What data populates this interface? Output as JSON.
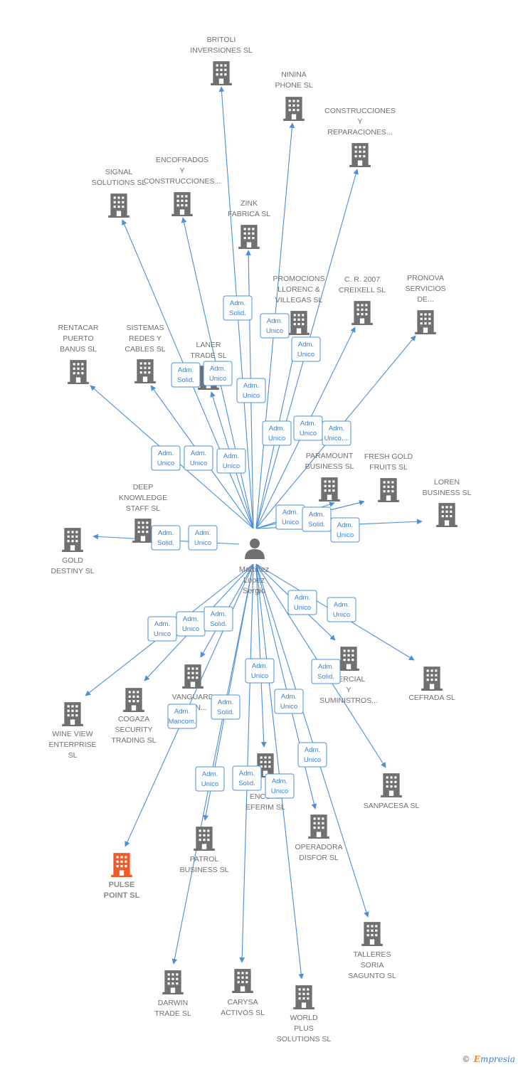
{
  "person": {
    "name_lines": [
      "Martinez",
      "Lopez",
      "Sergio"
    ]
  },
  "companies": [
    {
      "id": "britoli",
      "lines": [
        "BRITOLI",
        "INVERSIONES SL"
      ]
    },
    {
      "id": "ninina",
      "lines": [
        "NININA",
        "PHONE  SL"
      ]
    },
    {
      "id": "construcciones-rep",
      "lines": [
        "CONSTRUCCIONES",
        "Y",
        "REPARACIONES..."
      ]
    },
    {
      "id": "encofrados-y",
      "lines": [
        "ENCOFRADOS",
        "Y",
        "CONSTRUCCIONES..."
      ]
    },
    {
      "id": "signal",
      "lines": [
        "SIGNAL",
        "SOLUTIONS  SL"
      ]
    },
    {
      "id": "zink",
      "lines": [
        "ZINK",
        "FABRICA SL"
      ]
    },
    {
      "id": "promocions",
      "lines": [
        "PROMOCIONS",
        "LLORENC &",
        "VILLEGAS SL"
      ]
    },
    {
      "id": "cr2007",
      "lines": [
        "C. R. 2007",
        "CREIXELL SL"
      ]
    },
    {
      "id": "pronova",
      "lines": [
        "PRONOVA",
        "SERVICIOS",
        "DE..."
      ]
    },
    {
      "id": "rentacar",
      "lines": [
        "RENTACAR",
        "PUERTO",
        "BANUS SL"
      ]
    },
    {
      "id": "sistemas",
      "lines": [
        "SISTEMAS",
        "REDES Y",
        "CABLES  SL"
      ]
    },
    {
      "id": "laner",
      "lines": [
        "LANER",
        "TRADE  SL"
      ]
    },
    {
      "id": "paramount",
      "lines": [
        "PARAMOUNT",
        "BUSINESS SL"
      ]
    },
    {
      "id": "freshgold",
      "lines": [
        "FRESH GOLD",
        "FRUITS  SL"
      ]
    },
    {
      "id": "loren",
      "lines": [
        "LOREN",
        "BUSINESS  SL"
      ]
    },
    {
      "id": "deep",
      "lines": [
        "DEEP",
        "KNOWLEDGE",
        "STAFF SL"
      ]
    },
    {
      "id": "gold",
      "lines": [
        "GOLD",
        "DESTINY  SL"
      ]
    },
    {
      "id": "comercial",
      "lines": [
        "...ERCIAL",
        "Y",
        "SUMINISTROS..."
      ]
    },
    {
      "id": "cefrada",
      "lines": [
        "CEFRADA SL"
      ]
    },
    {
      "id": "vanguard",
      "lines": [
        "VANGUARD",
        "...LTIN..."
      ]
    },
    {
      "id": "wineview",
      "lines": [
        "WINE VIEW",
        "ENTERPRISE",
        "SL"
      ]
    },
    {
      "id": "cogaza",
      "lines": [
        "COGAZA",
        "SECURITY",
        "TRADING SL"
      ]
    },
    {
      "id": "encofrados-efer",
      "lines": [
        "ENCOF...",
        "EFERIM SL"
      ]
    },
    {
      "id": "sanpacesa",
      "lines": [
        "SANPACESA  SL"
      ]
    },
    {
      "id": "operadora",
      "lines": [
        "OPERADORA",
        "DISFOR  SL"
      ]
    },
    {
      "id": "patrol",
      "lines": [
        "PATROL",
        "BUSINESS  SL"
      ]
    },
    {
      "id": "pulse",
      "lines": [
        "PULSE",
        "POINT  SL"
      ],
      "highlight": true
    },
    {
      "id": "talleres",
      "lines": [
        "TALLERES",
        "SORIA",
        "SAGUNTO  SL"
      ]
    },
    {
      "id": "darwin",
      "lines": [
        "DARWIN",
        "TRADE  SL"
      ]
    },
    {
      "id": "carysa",
      "lines": [
        "CARYSA",
        "ACTIVOS  SL"
      ]
    },
    {
      "id": "world",
      "lines": [
        "WORLD",
        "PLUS",
        "SOLUTIONS  SL"
      ]
    }
  ],
  "roles": [
    {
      "id": "r1",
      "lines": [
        "Adm.",
        "Solid."
      ]
    },
    {
      "id": "r2",
      "lines": [
        "Adm.",
        "Unico"
      ]
    },
    {
      "id": "r3",
      "lines": [
        "Adm.",
        "Unico"
      ]
    },
    {
      "id": "r4",
      "lines": [
        "Adm.",
        "Solid."
      ]
    },
    {
      "id": "r5",
      "lines": [
        "Adm.",
        "Unico"
      ]
    },
    {
      "id": "r6",
      "lines": [
        "Adm.",
        "Unico"
      ]
    },
    {
      "id": "r7",
      "lines": [
        "Adm.",
        "Unico"
      ]
    },
    {
      "id": "r8",
      "lines": [
        "Adm.",
        "Unico"
      ]
    },
    {
      "id": "r9",
      "lines": [
        "Adm.",
        "Unico,..."
      ]
    },
    {
      "id": "r10",
      "lines": [
        "Adm.",
        "Unico"
      ]
    },
    {
      "id": "r11",
      "lines": [
        "Adm.",
        "Unico"
      ]
    },
    {
      "id": "r12",
      "lines": [
        "Adm.",
        "Unico"
      ]
    },
    {
      "id": "r13",
      "lines": [
        "Adm.",
        "Unico"
      ]
    },
    {
      "id": "r14",
      "lines": [
        "Adm.",
        "Solid."
      ]
    },
    {
      "id": "r15",
      "lines": [
        "Adm.",
        "Unico"
      ]
    },
    {
      "id": "r16",
      "lines": [
        "Adm.",
        "Solid."
      ]
    },
    {
      "id": "r17",
      "lines": [
        "Adm.",
        "Unico"
      ]
    },
    {
      "id": "r18",
      "lines": [
        "Adm.",
        "Unico"
      ]
    },
    {
      "id": "r19",
      "lines": [
        "Adm.",
        "Unico"
      ]
    },
    {
      "id": "r20",
      "lines": [
        "Adm.",
        "Solid."
      ]
    },
    {
      "id": "r21",
      "lines": [
        "Adm.",
        "Unico"
      ]
    },
    {
      "id": "r22",
      "lines": [
        "Adm.",
        "Unico"
      ]
    },
    {
      "id": "r23",
      "lines": [
        "Adm.",
        "Solid."
      ]
    },
    {
      "id": "r24",
      "lines": [
        "Adm.",
        "Unico"
      ]
    },
    {
      "id": "r25",
      "lines": [
        "Adm.",
        "Unico"
      ]
    },
    {
      "id": "r26",
      "lines": [
        "Adm.",
        "Solid."
      ]
    },
    {
      "id": "r27",
      "lines": [
        "Adm.",
        "Mancom."
      ]
    },
    {
      "id": "r28",
      "lines": [
        "Adm.",
        "Unico"
      ]
    },
    {
      "id": "r29",
      "lines": [
        "Adm.",
        "Unico"
      ]
    },
    {
      "id": "r30",
      "lines": [
        "Adm.",
        "Solid."
      ]
    },
    {
      "id": "r31",
      "lines": [
        "Adm.",
        "Unico"
      ]
    }
  ],
  "colors": {
    "edge": "#4a8fd8",
    "building": "#707070",
    "highlight": "#f05a28",
    "person": "#707070"
  },
  "footer": {
    "copyright": "©",
    "brand_first": "E",
    "brand_rest": "mpresia"
  }
}
